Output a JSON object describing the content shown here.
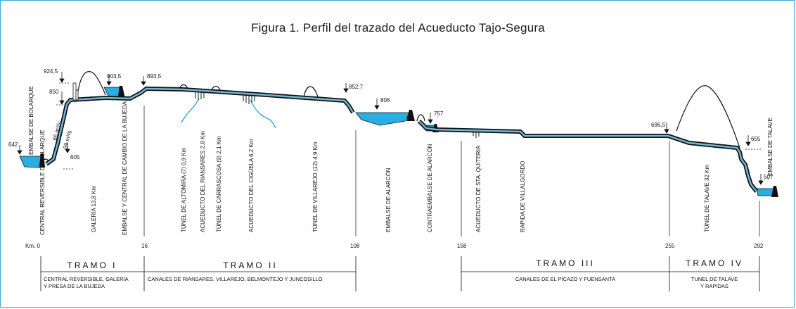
{
  "title": "Figura 1. Perfil del trazado del Acueducto Tajo-Segura",
  "elevations": [
    "924,5",
    "903,5",
    "893,5",
    "850",
    "642",
    "605",
    "852,7",
    "806",
    "757",
    "696,5",
    "655",
    "507"
  ],
  "flows": [
    "66 m³/s",
    "99 m³/s"
  ],
  "features": [
    "EMBALSE DE BOLARQUE",
    "CENTRAL REVERSIBLE DE BOLARQUE",
    "GALERÍA 13,8 Km",
    "EMBALSE Y CENTRAL DE CAMBIO DE LA BUJEDA",
    "TÚNEL DE ALTOMIRA (7) 0,9 Km",
    "ACUEDUCTO DEL RIANSARES 2,8 Km",
    "TÚNEL DE CARRASCOSA (9) 2,1 Km",
    "ACUEDUCTO DEL CIGÜELA 6,2 Km",
    "TÚNEL DE VILLAREJO (12) 4,9 Km",
    "EMBALSE DE ALARCÓN",
    "CONTRAEMBALSE DE ALARCÓN",
    "ACUEDUCTO DE STA. QUITERIA",
    "RAPIDA DE VILLALGORDO",
    "TÚNEL DE TALAVE 32 Km",
    "EMBALSE DE TALAVE"
  ],
  "km_labels": [
    "Km. 0",
    "16",
    "108",
    "158",
    "255",
    "292"
  ],
  "tramos": [
    {
      "name": "TRAMO I",
      "desc": [
        "CENTRAL REVERSIBLE, GALERÍA",
        "Y PRESA DE LA BUJEDA"
      ]
    },
    {
      "name": "TRAMO II",
      "desc": [
        "CANALES DE RIANSARES, VILLAREJO, BELMONTEJO Y JUNCOSILLO"
      ]
    },
    {
      "name": "TRAMO III",
      "desc": [
        "CANALES DE EL PICAZO Y FUENSANTA"
      ]
    },
    {
      "name": "TRAMO IV",
      "desc": [
        "TUNEL DE TALAVE",
        "Y RAPIDAS"
      ]
    }
  ],
  "colors": {
    "water": "#29aee3",
    "frame": "#3da8d8",
    "ink": "#111111",
    "channel": "#6b8fa3"
  }
}
